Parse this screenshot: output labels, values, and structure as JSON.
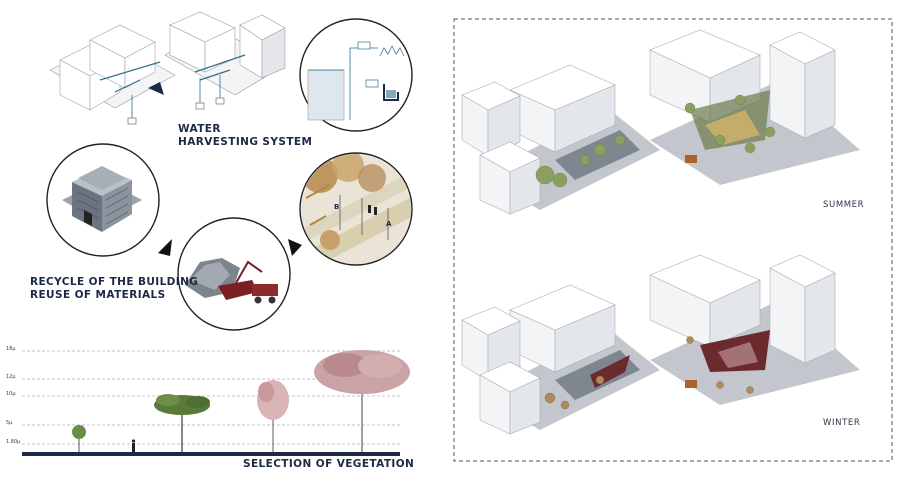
{
  "left_panel": {
    "water_title_line1": "WATER",
    "water_title_line2": "HARVESTING SYSTEM",
    "recycle_title_line1": "RECYCLE OF THE BUILDING",
    "recycle_title_line2": "REUSE OF MATERIALS",
    "vegetation_title": "SELECTION OF VEGETATION",
    "height_ticks": [
      "18μ",
      "12μ",
      "10μ",
      "5μ",
      "1.80μ"
    ],
    "detail_labels": {
      "point_a": "A",
      "point_b": "B"
    }
  },
  "right_panel": {
    "summer_label": "SUMMER",
    "winter_label": "WINTER"
  },
  "colors": {
    "navy": "#1b2a45",
    "accent_blue": "#2f6e8c",
    "tree_green": "#5a7a3a",
    "tree_pink": "#b98a8d",
    "canopy_maroon": "#6b2a2e",
    "ground_grey": "#c9ccd1",
    "ochre": "#b08a3e"
  }
}
